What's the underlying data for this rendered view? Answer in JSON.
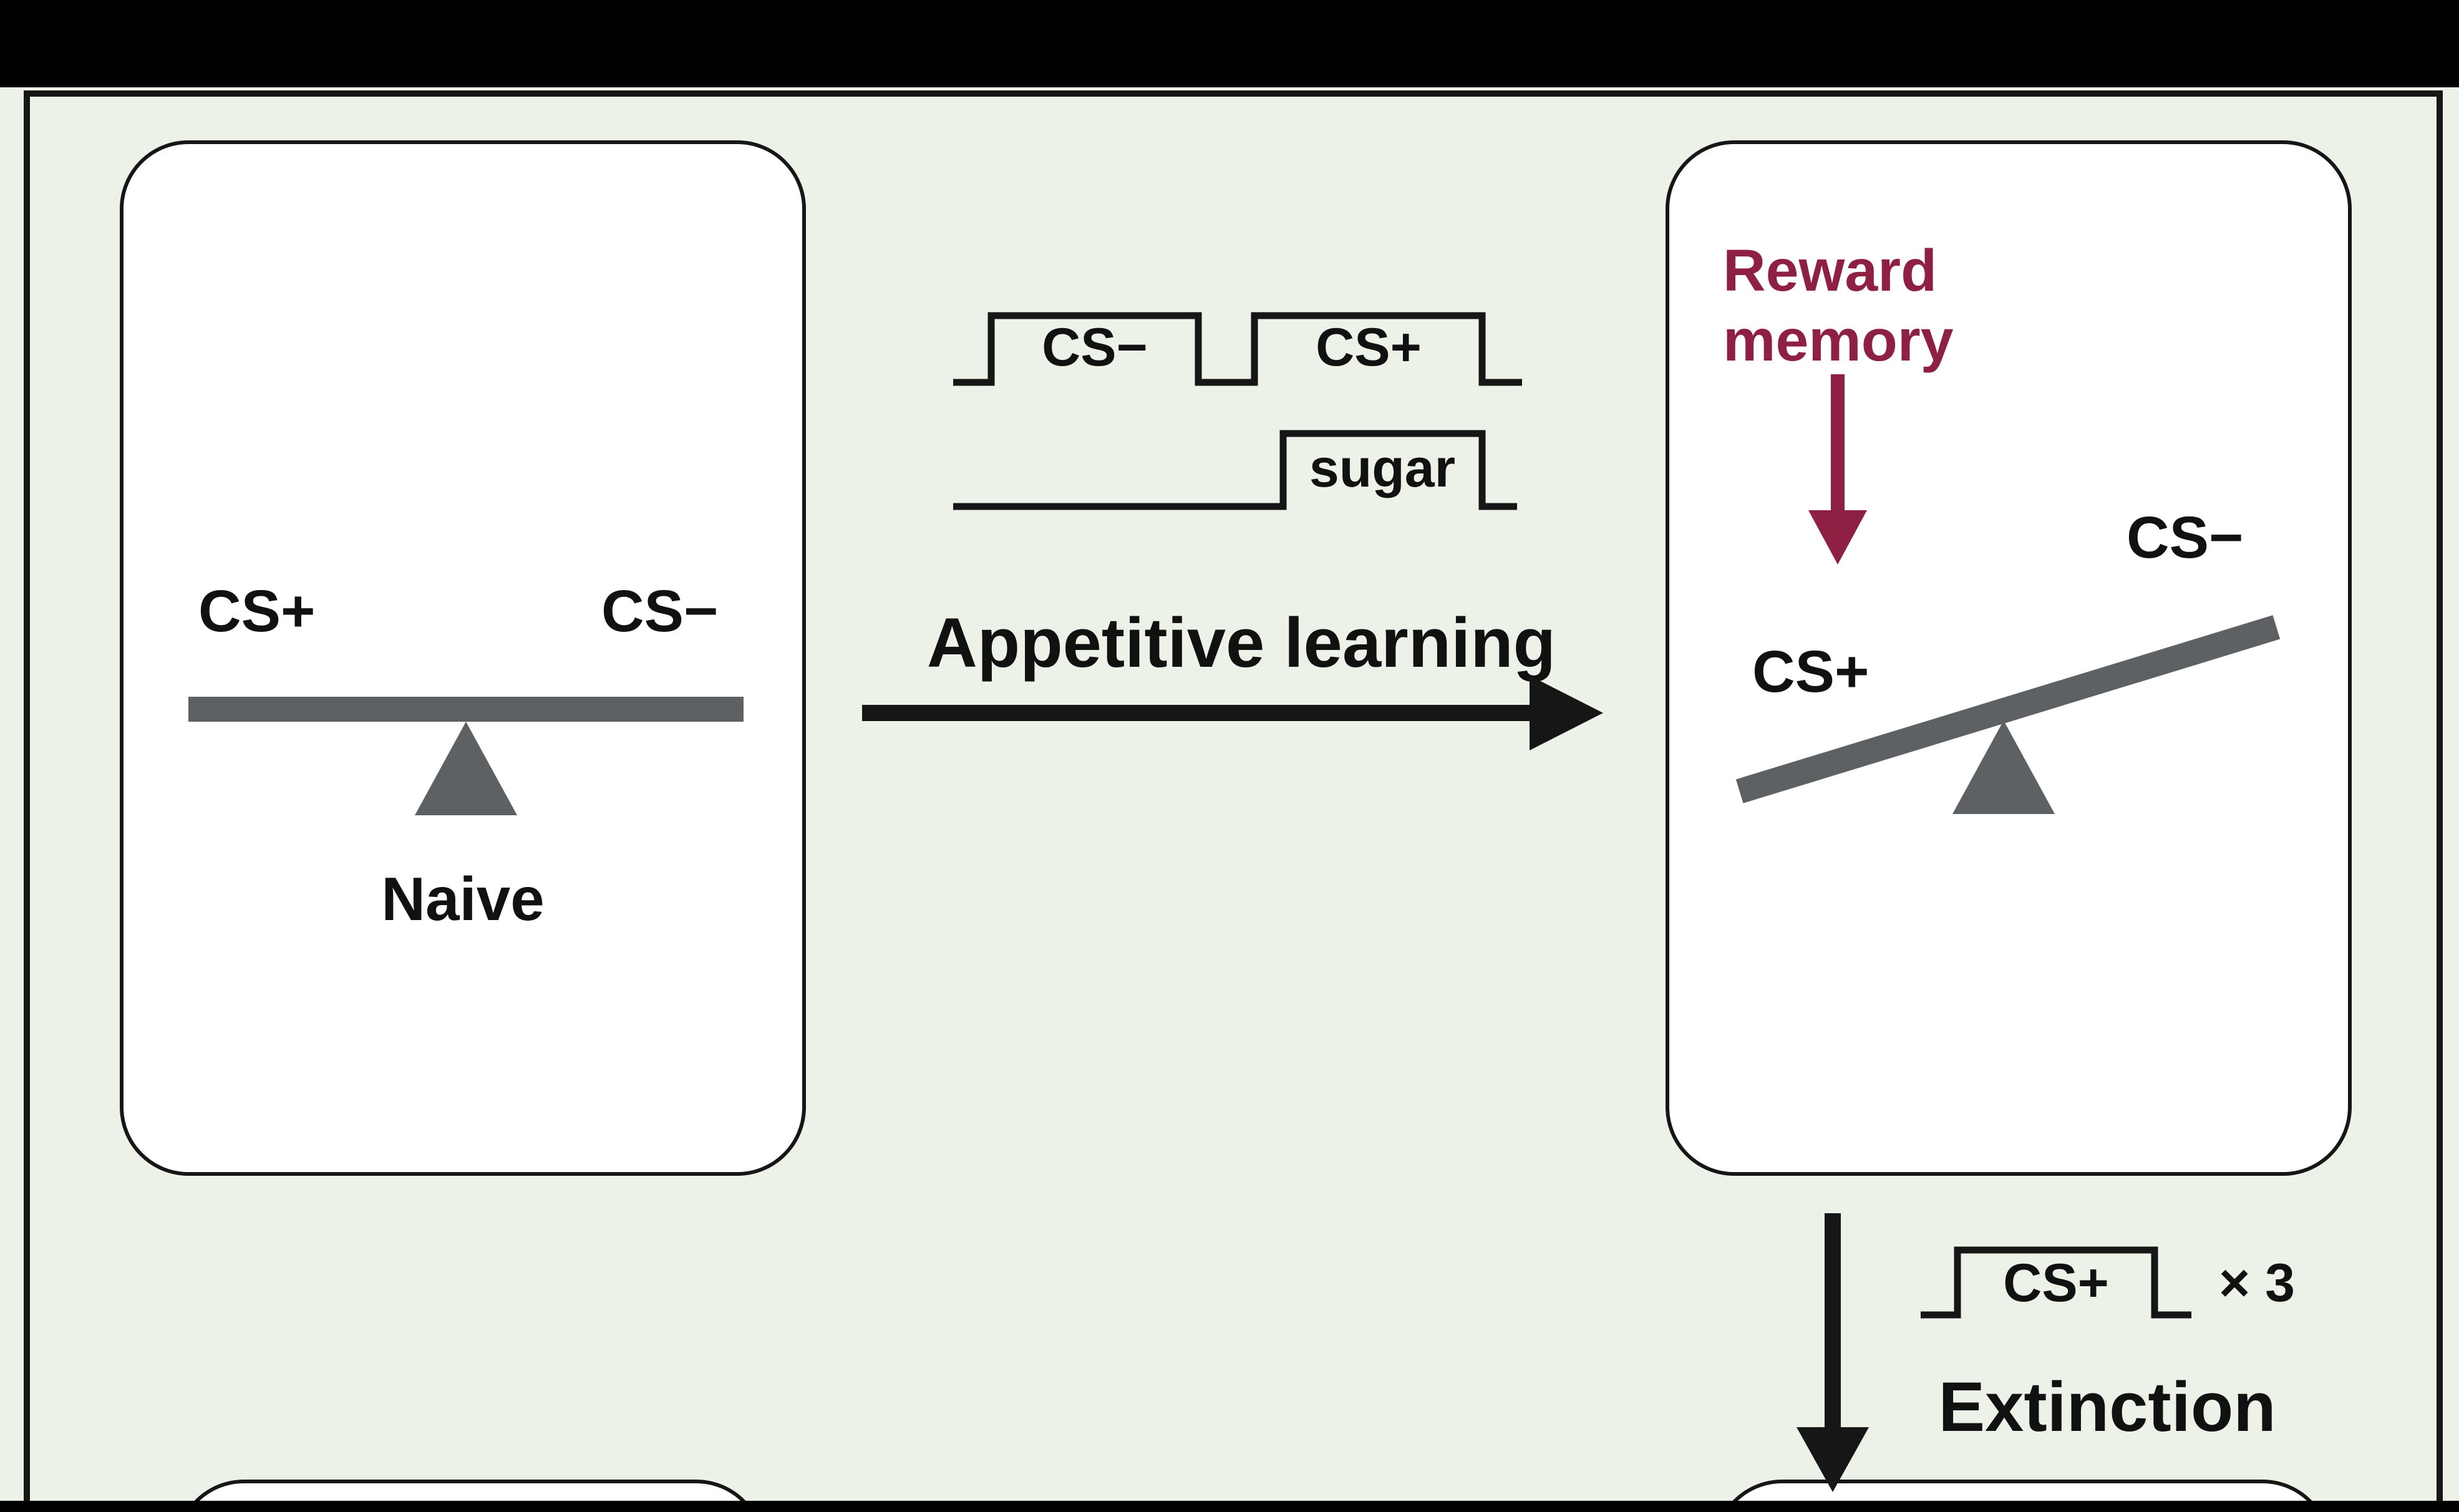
{
  "colors": {
    "background": "#edf2e8",
    "line": "#161616",
    "balance_gray": "#5d6163",
    "memory_maroon": "#8e2044"
  },
  "naive_panel": {
    "cs_plus": "CS+",
    "cs_minus": "CS−",
    "caption": "Naive"
  },
  "learning": {
    "pulse_cs_minus": "CS−",
    "pulse_cs_plus": "CS+",
    "pulse_sugar": "sugar",
    "arrow_label": "Appetitive learning"
  },
  "trained_panel": {
    "memory_label": "Reward\nmemory",
    "cs_plus": "CS+",
    "cs_minus": "CS−"
  },
  "extinction": {
    "pulse_cs_plus": "CS+",
    "repeat_label": "× 3",
    "arrow_label": "Extinction"
  }
}
